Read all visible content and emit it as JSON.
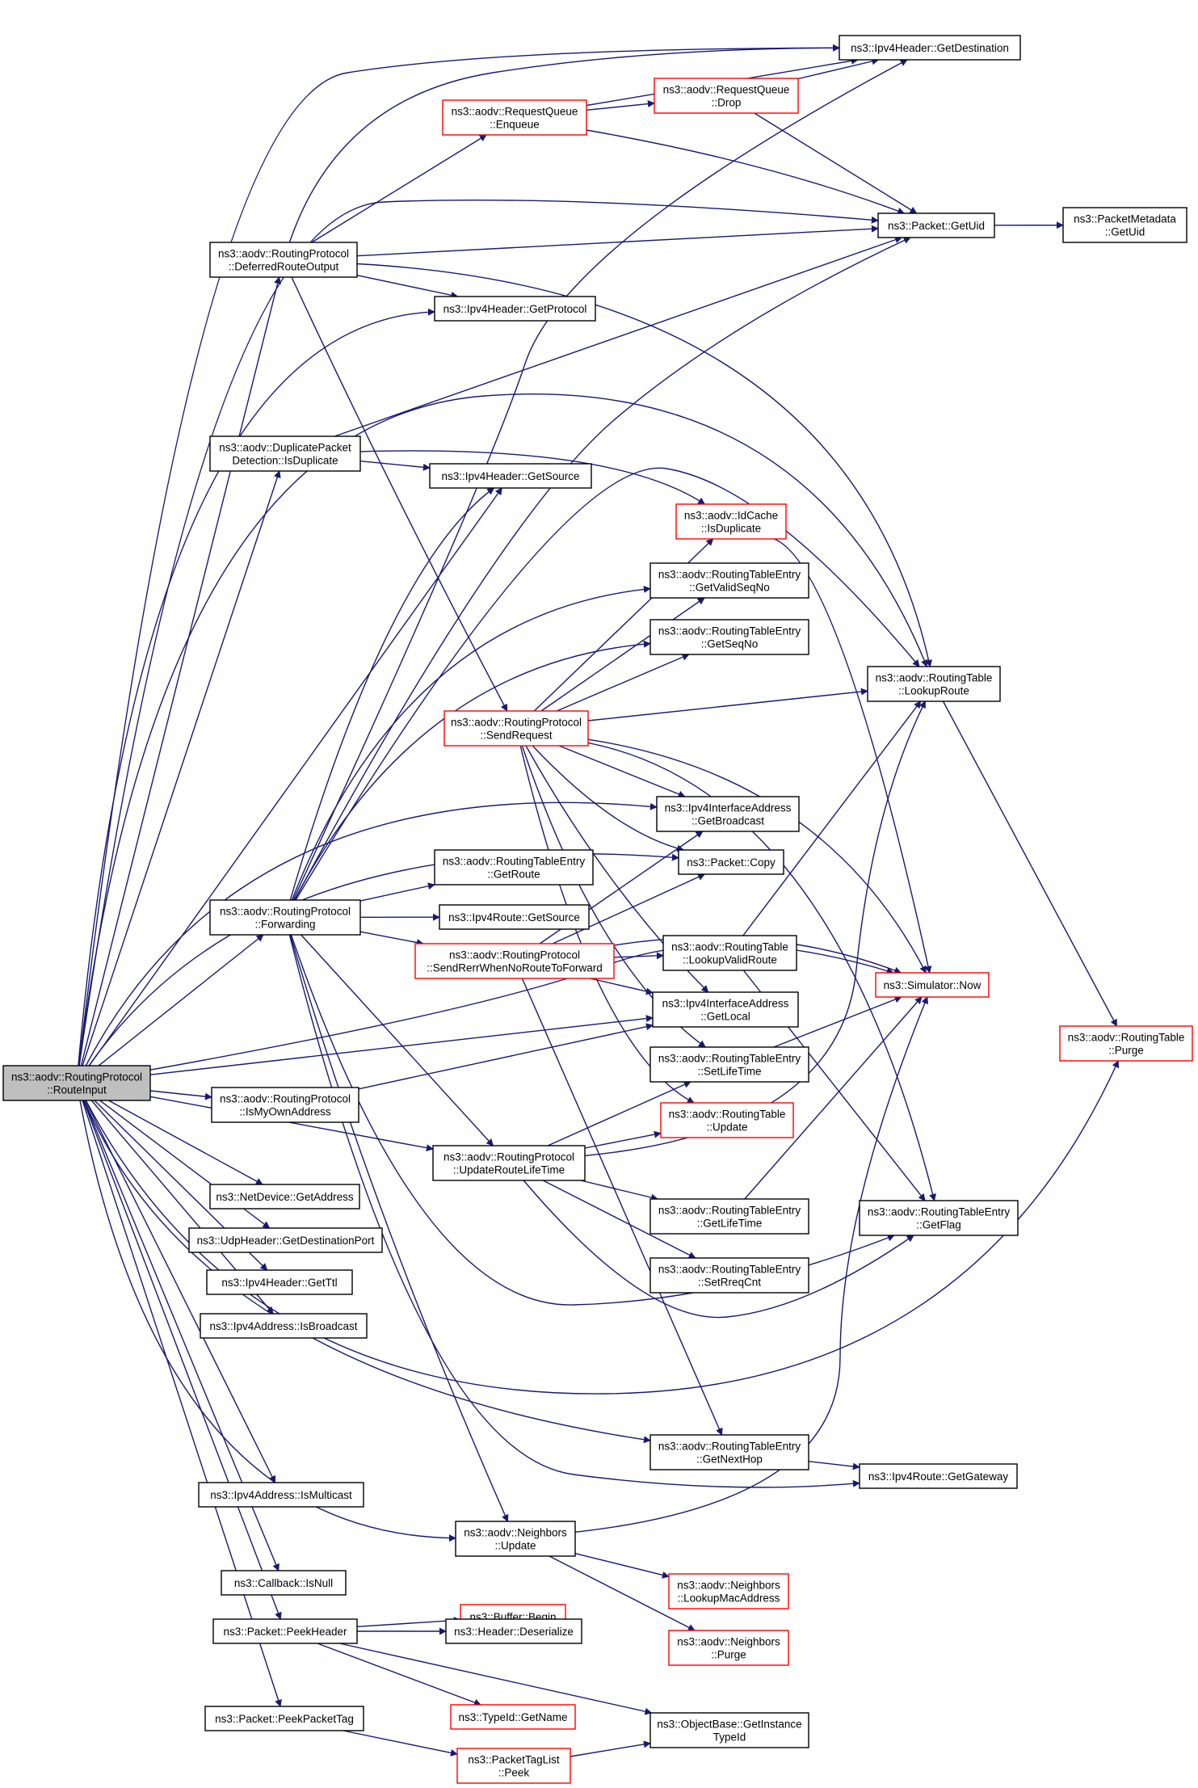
{
  "colors": {
    "edge": "#191970",
    "red_border": "#ff0000",
    "root_fill": "#bfbfbf"
  },
  "nodes": {
    "routeinput": {
      "lines": [
        "ns3::aodv::RoutingProtocol",
        "::RouteInput"
      ],
      "style": "root"
    },
    "getdestination": {
      "lines": [
        "ns3::Ipv4Header::GetDestination"
      ],
      "style": "normal"
    },
    "rq_enqueue": {
      "lines": [
        "ns3::aodv::RequestQueue",
        "::Enqueue"
      ],
      "style": "red"
    },
    "rq_drop": {
      "lines": [
        "ns3::aodv::RequestQueue",
        "::Drop"
      ],
      "style": "red"
    },
    "getuid": {
      "lines": [
        "ns3::Packet::GetUid"
      ],
      "style": "normal"
    },
    "pm_getuid": {
      "lines": [
        "ns3::PacketMetadata",
        "::GetUid"
      ],
      "style": "normal"
    },
    "deferred": {
      "lines": [
        "ns3::aodv::RoutingProtocol",
        "::DeferredRouteOutput"
      ],
      "style": "normal"
    },
    "getprotocol": {
      "lines": [
        "ns3::Ipv4Header::GetProtocol"
      ],
      "style": "normal"
    },
    "dpd_isdup": {
      "lines": [
        "ns3::aodv::DuplicatePacket",
        "Detection::IsDuplicate"
      ],
      "style": "normal"
    },
    "getsource": {
      "lines": [
        "ns3::Ipv4Header::GetSource"
      ],
      "style": "normal"
    },
    "idcache_isdup": {
      "lines": [
        "ns3::aodv::IdCache",
        "::IsDuplicate"
      ],
      "style": "red"
    },
    "rte_getvalidseqno": {
      "lines": [
        "ns3::aodv::RoutingTableEntry",
        "::GetValidSeqNo"
      ],
      "style": "normal"
    },
    "rte_getseqno": {
      "lines": [
        "ns3::aodv::RoutingTableEntry",
        "::GetSeqNo"
      ],
      "style": "normal"
    },
    "rt_lookuproute": {
      "lines": [
        "ns3::aodv::RoutingTable",
        "::LookupRoute"
      ],
      "style": "normal"
    },
    "sendrequest": {
      "lines": [
        "ns3::aodv::RoutingProtocol",
        "::SendRequest"
      ],
      "style": "red"
    },
    "iface_getbroadcast": {
      "lines": [
        "ns3::Ipv4InterfaceAddress",
        "::GetBroadcast"
      ],
      "style": "normal"
    },
    "packet_copy": {
      "lines": [
        "ns3::Packet::Copy"
      ],
      "style": "normal"
    },
    "rte_getroute": {
      "lines": [
        "ns3::aodv::RoutingTableEntry",
        "::GetRoute"
      ],
      "style": "normal"
    },
    "forwarding": {
      "lines": [
        "ns3::aodv::RoutingProtocol",
        "::Forwarding"
      ],
      "style": "normal"
    },
    "ipv4route_getsource": {
      "lines": [
        "ns3::Ipv4Route::GetSource"
      ],
      "style": "normal"
    },
    "sendrerr": {
      "lines": [
        "ns3::aodv::RoutingProtocol",
        "::SendRerrWhenNoRouteToForward"
      ],
      "style": "red"
    },
    "rt_lookupvalidroute": {
      "lines": [
        "ns3::aodv::RoutingTable",
        "::LookupValidRoute"
      ],
      "style": "normal"
    },
    "simulator_now": {
      "lines": [
        "ns3::Simulator::Now"
      ],
      "style": "red"
    },
    "iface_getlocal": {
      "lines": [
        "ns3::Ipv4InterfaceAddress",
        "::GetLocal"
      ],
      "style": "normal"
    },
    "rt_purge": {
      "lines": [
        "ns3::aodv::RoutingTable",
        "::Purge"
      ],
      "style": "red"
    },
    "rte_setlifetime": {
      "lines": [
        "ns3::aodv::RoutingTableEntry",
        "::SetLifeTime"
      ],
      "style": "normal"
    },
    "ismyownaddress": {
      "lines": [
        "ns3::aodv::RoutingProtocol",
        "::IsMyOwnAddress"
      ],
      "style": "normal"
    },
    "rt_update": {
      "lines": [
        "ns3::aodv::RoutingTable",
        "::Update"
      ],
      "style": "red"
    },
    "updateroutelifetime": {
      "lines": [
        "ns3::aodv::RoutingProtocol",
        "::UpdateRouteLifeTime"
      ],
      "style": "normal"
    },
    "netdevice_getaddress": {
      "lines": [
        "ns3::NetDevice::GetAddress"
      ],
      "style": "normal"
    },
    "rte_getlifetime": {
      "lines": [
        "ns3::aodv::RoutingTableEntry",
        "::GetLifeTime"
      ],
      "style": "normal"
    },
    "rte_getflag": {
      "lines": [
        "ns3::aodv::RoutingTableEntry",
        "::GetFlag"
      ],
      "style": "normal"
    },
    "udp_getdestport": {
      "lines": [
        "ns3::UdpHeader::GetDestinationPort"
      ],
      "style": "normal"
    },
    "getttl": {
      "lines": [
        "ns3::Ipv4Header::GetTtl"
      ],
      "style": "normal"
    },
    "rte_setrreqcnt": {
      "lines": [
        "ns3::aodv::RoutingTableEntry",
        "::SetRreqCnt"
      ],
      "style": "normal"
    },
    "isbroadcast": {
      "lines": [
        "ns3::Ipv4Address::IsBroadcast"
      ],
      "style": "normal"
    },
    "rte_getnexthop": {
      "lines": [
        "ns3::aodv::RoutingTableEntry",
        "::GetNextHop"
      ],
      "style": "normal"
    },
    "ipv4route_getgateway": {
      "lines": [
        "ns3::Ipv4Route::GetGateway"
      ],
      "style": "normal"
    },
    "ismulticast": {
      "lines": [
        "ns3::Ipv4Address::IsMulticast"
      ],
      "style": "normal"
    },
    "neighbors_update": {
      "lines": [
        "ns3::aodv::Neighbors",
        "::Update"
      ],
      "style": "normal"
    },
    "neighbors_lookupmac": {
      "lines": [
        "ns3::aodv::Neighbors",
        "::LookupMacAddress"
      ],
      "style": "red"
    },
    "callback_isnull": {
      "lines": [
        "ns3::Callback::IsNull"
      ],
      "style": "normal"
    },
    "buffer_begin": {
      "lines": [
        "ns3::Buffer::Begin"
      ],
      "style": "red"
    },
    "neighbors_purge": {
      "lines": [
        "ns3::aodv::Neighbors",
        "::Purge"
      ],
      "style": "red"
    },
    "peekheader": {
      "lines": [
        "ns3::Packet::PeekHeader"
      ],
      "style": "normal"
    },
    "header_deserialize": {
      "lines": [
        "ns3::Header::Deserialize"
      ],
      "style": "normal"
    },
    "typeid_getname": {
      "lines": [
        "ns3::TypeId::GetName"
      ],
      "style": "red"
    },
    "peekpackettag": {
      "lines": [
        "ns3::Packet::PeekPacketTag"
      ],
      "style": "normal"
    },
    "objectbase_getinstancetypeid": {
      "lines": [
        "ns3::ObjectBase::GetInstance",
        "TypeId"
      ],
      "style": "normal"
    },
    "packettaglist_peek": {
      "lines": [
        "ns3::PacketTagList",
        "::Peek"
      ],
      "style": "red"
    }
  }
}
